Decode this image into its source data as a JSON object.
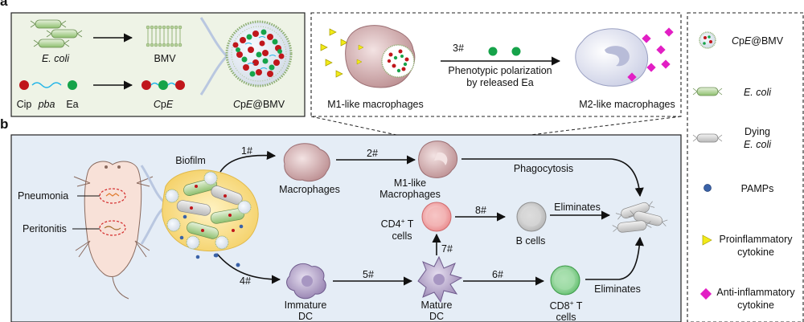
{
  "panel_a": {
    "letter": "a",
    "ecoli_label": "E. coli",
    "bmv_label": "BMV",
    "cip_label": "Cip",
    "pba_label": "pba",
    "ea_label": "Ea",
    "cpe_label": "CpE",
    "cpe_bmv_label": "CpE@BMV",
    "step3_label": "3#",
    "polarization_line1": "Phenotypic polarization",
    "polarization_line2": "by released Ea",
    "m1_label": "M1-like macrophages",
    "m2_label": "M2-like macrophages"
  },
  "panel_b": {
    "letter": "b",
    "biofilm_label": "Biofilm",
    "pneumonia_label": "Pneumonia",
    "peritonitis_label": "Peritonitis",
    "step1_label": "1#",
    "step2_label": "2#",
    "step4_label": "4#",
    "step5_label": "5#",
    "step6_label": "6#",
    "step7_label": "7#",
    "step8_label": "8#",
    "macrophages_label": "Macrophages",
    "m1_line1": "M1-like",
    "m1_line2": "Macrophages",
    "phagocytosis_label": "Phagocytosis",
    "cd4_line1": "CD4",
    "cd4_sup": "+",
    "cd4_t": " T",
    "cd4_line2": "cells",
    "bcells_label": "B cells",
    "eliminates_1": "Eliminates",
    "eliminates_2": "Eliminates",
    "immature_line1": "Immature",
    "immature_line2": "DC",
    "mature_line1": "Mature",
    "mature_line2": "DC",
    "cd8_line1": "CD8",
    "cd8_sup": "+",
    "cd8_t": " T",
    "cd8_line2": "cells"
  },
  "legend": {
    "cpe_bmv": "CpE@BMV",
    "ecoli": "E. coli",
    "dying_line1": "Dying",
    "dying_line2": "E. coli",
    "pamps": "PAMPs",
    "proinf_line1": "Proinflammatory",
    "proinf_line2": "cytokine",
    "antiinf_line1": "Anti-inflammatory",
    "antiinf_line2": "cytokine"
  },
  "colors": {
    "panel_a_bg": "#eef3e6",
    "panel_b_bg": "#e5edf6",
    "cip_red": "#c0161b",
    "ea_green": "#16a34a",
    "pba_blue": "#22b5e8",
    "proinflammatory_yellow": "#f2ea18",
    "antiinflammatory_magenta": "#e21fc4",
    "pamps_blue": "#3a62a8"
  }
}
